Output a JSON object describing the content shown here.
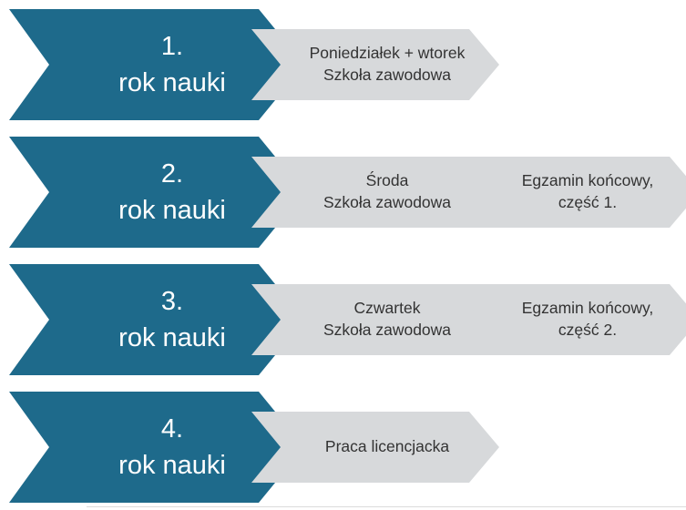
{
  "colors": {
    "stage_fill": "#1e6a8b",
    "step_fill": "#d7d9db",
    "stage_text": "#ffffff",
    "step_text": "#333333"
  },
  "diagram": {
    "rows": [
      {
        "stage": {
          "lines": [
            "1.",
            "rok nauki"
          ]
        },
        "steps": [
          {
            "lines": [
              "Poniedziałek + wtorek",
              "Szkoła zawodowa"
            ]
          }
        ]
      },
      {
        "stage": {
          "lines": [
            "2.",
            "rok nauki"
          ]
        },
        "steps": [
          {
            "lines": [
              "Środa",
              "Szkoła zawodowa"
            ]
          },
          {
            "lines": [
              "Egzamin końcowy,",
              "część 1."
            ]
          }
        ]
      },
      {
        "stage": {
          "lines": [
            "3.",
            "rok nauki"
          ]
        },
        "steps": [
          {
            "lines": [
              "Czwartek",
              "Szkoła zawodowa"
            ]
          },
          {
            "lines": [
              "Egzamin końcowy,",
              "część 2."
            ]
          }
        ]
      },
      {
        "stage": {
          "lines": [
            "4.",
            "rok nauki"
          ]
        },
        "steps": [
          {
            "lines": [
              "Praca licencjacka"
            ]
          }
        ]
      }
    ]
  }
}
